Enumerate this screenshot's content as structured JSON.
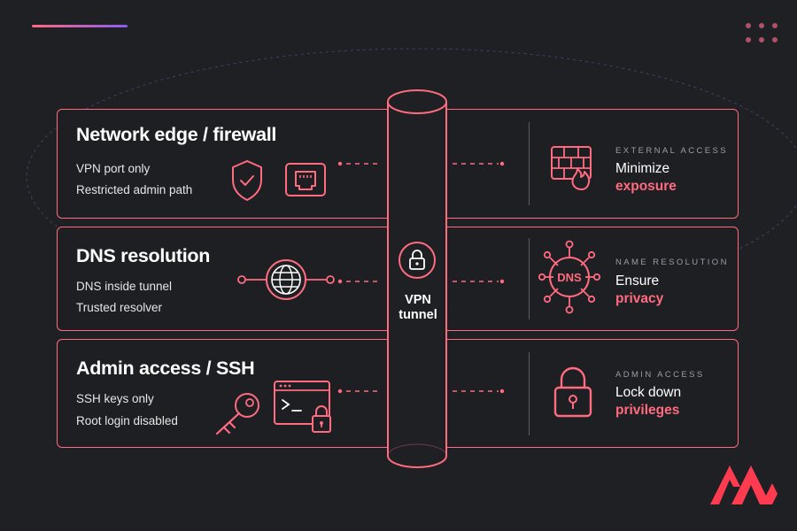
{
  "colors": {
    "background": "#1e2024",
    "accent": "#ff6b7f",
    "muted": "#9a9da3"
  },
  "tunnel": {
    "line1": "VPN",
    "line2": "tunnel",
    "icon": "padlock-icon"
  },
  "rows": [
    {
      "title": "Network edge / firewall",
      "items": [
        "VPN port only",
        "Restricted admin path"
      ],
      "kicker": "EXTERNAL ACCESS",
      "goal": "Minimize",
      "goal_accent": "exposure",
      "icons": [
        "shield-check-icon",
        "ethernet-port-icon",
        "firewall-icon"
      ]
    },
    {
      "title": "DNS resolution",
      "items": [
        "DNS inside tunnel",
        "Trusted resolver"
      ],
      "kicker": "NAME RESOLUTION",
      "goal": "Ensure",
      "goal_accent": "privacy",
      "icon_text": "DNS",
      "icons": [
        "globe-icon",
        "dns-network-icon"
      ]
    },
    {
      "title": "Admin access / SSH",
      "items": [
        "SSH keys only",
        "Root login disabled"
      ],
      "kicker": "ADMIN ACCESS",
      "goal": "Lock down",
      "goal_accent": "privileges",
      "icons": [
        "key-icon",
        "terminal-lock-icon",
        "padlock-icon"
      ]
    }
  ]
}
